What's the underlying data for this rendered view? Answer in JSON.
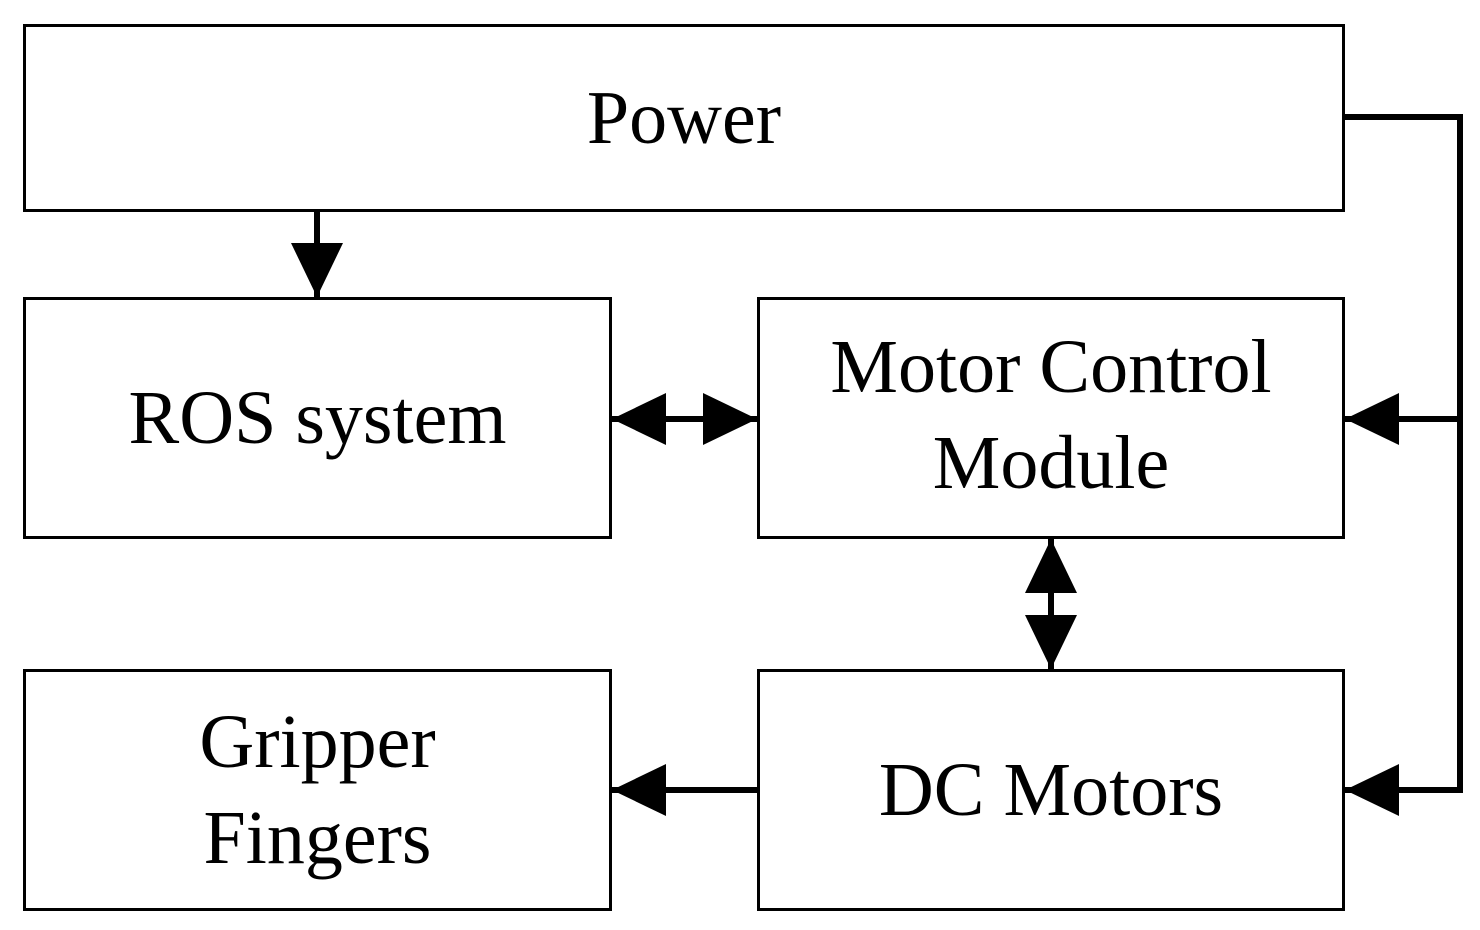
{
  "blocks": {
    "power": {
      "label": "Power"
    },
    "ros": {
      "label": "ROS system"
    },
    "motor_control": {
      "line1": "Motor Control",
      "line2": "Module"
    },
    "gripper": {
      "line1": "Gripper",
      "line2": "Fingers"
    },
    "dc_motors": {
      "label": "DC Motors"
    }
  },
  "colors": {
    "stroke": "#000000",
    "background": "#ffffff"
  }
}
